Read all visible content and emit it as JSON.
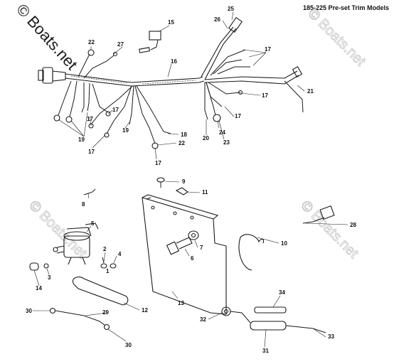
{
  "header": {
    "title": "185-225 Pre-set Trim Models"
  },
  "watermark": {
    "text": "© Boats.net"
  },
  "callouts": [
    {
      "id": "c1",
      "label": "1"
    },
    {
      "id": "c2",
      "label": "2"
    },
    {
      "id": "c3",
      "label": "3"
    },
    {
      "id": "c4",
      "label": "4"
    },
    {
      "id": "c5",
      "label": "5"
    },
    {
      "id": "c6",
      "label": "6"
    },
    {
      "id": "c7",
      "label": "7"
    },
    {
      "id": "c8",
      "label": "8"
    },
    {
      "id": "c9",
      "label": "9"
    },
    {
      "id": "c10",
      "label": "10"
    },
    {
      "id": "c11",
      "label": "11"
    },
    {
      "id": "c12",
      "label": "12"
    },
    {
      "id": "c13",
      "label": "13"
    },
    {
      "id": "c14",
      "label": "14"
    },
    {
      "id": "c15",
      "label": "15"
    },
    {
      "id": "c16",
      "label": "16"
    },
    {
      "id": "c17a",
      "label": "17"
    },
    {
      "id": "c17b",
      "label": "17"
    },
    {
      "id": "c17c",
      "label": "17"
    },
    {
      "id": "c17d",
      "label": "17"
    },
    {
      "id": "c17e",
      "label": "17"
    },
    {
      "id": "c17f",
      "label": "17"
    },
    {
      "id": "c18",
      "label": "18"
    },
    {
      "id": "c19a",
      "label": "19"
    },
    {
      "id": "c19b",
      "label": "19"
    },
    {
      "id": "c20",
      "label": "20"
    },
    {
      "id": "c21",
      "label": "21"
    },
    {
      "id": "c22a",
      "label": "22"
    },
    {
      "id": "c22b",
      "label": "22"
    },
    {
      "id": "c23",
      "label": "23"
    },
    {
      "id": "c24",
      "label": "24"
    },
    {
      "id": "c25",
      "label": "25"
    },
    {
      "id": "c26",
      "label": "26"
    },
    {
      "id": "c27",
      "label": "27"
    },
    {
      "id": "c28",
      "label": "28"
    },
    {
      "id": "c29",
      "label": "29"
    },
    {
      "id": "c30a",
      "label": "30"
    },
    {
      "id": "c30b",
      "label": "30"
    },
    {
      "id": "c31",
      "label": "31"
    },
    {
      "id": "c32",
      "label": "32"
    },
    {
      "id": "c33",
      "label": "33"
    },
    {
      "id": "c34",
      "label": "34"
    }
  ]
}
